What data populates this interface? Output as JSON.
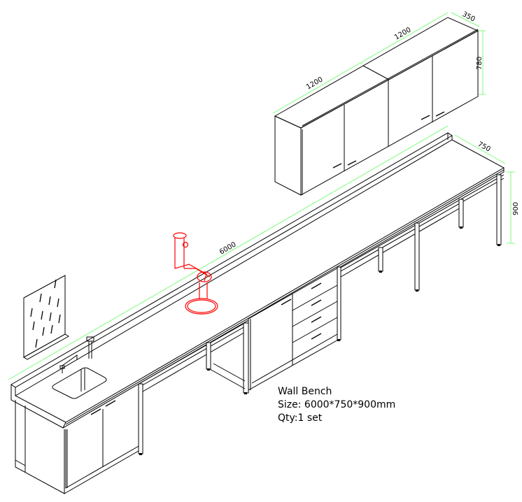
{
  "title_block": {
    "name": "Wall Bench",
    "size": "Size: 6000*750*900mm",
    "qty": "Qty:1 set"
  },
  "dimensions": {
    "wall_cabinet_length_left": "1200",
    "wall_cabinet_length_right": "1200",
    "wall_cabinet_depth": "350",
    "wall_cabinet_height": "780",
    "bench_length": "6000",
    "bench_depth": "750",
    "bench_height": "900"
  },
  "components": [
    {
      "name": "Wall cabinet (4 doors)"
    },
    {
      "name": "Bench worktop with back splash"
    },
    {
      "name": "Sink with faucet"
    },
    {
      "name": "Pegboard drying rack"
    },
    {
      "name": "Fume extraction arm"
    },
    {
      "name": "Door cabinet"
    },
    {
      "name": "4-drawer cabinet"
    },
    {
      "name": "Open steel frame legs"
    }
  ],
  "colors": {
    "line": "#000000",
    "dimension": "#7CFC7C",
    "fume_arm": "#ff0000",
    "background": "#ffffff"
  }
}
